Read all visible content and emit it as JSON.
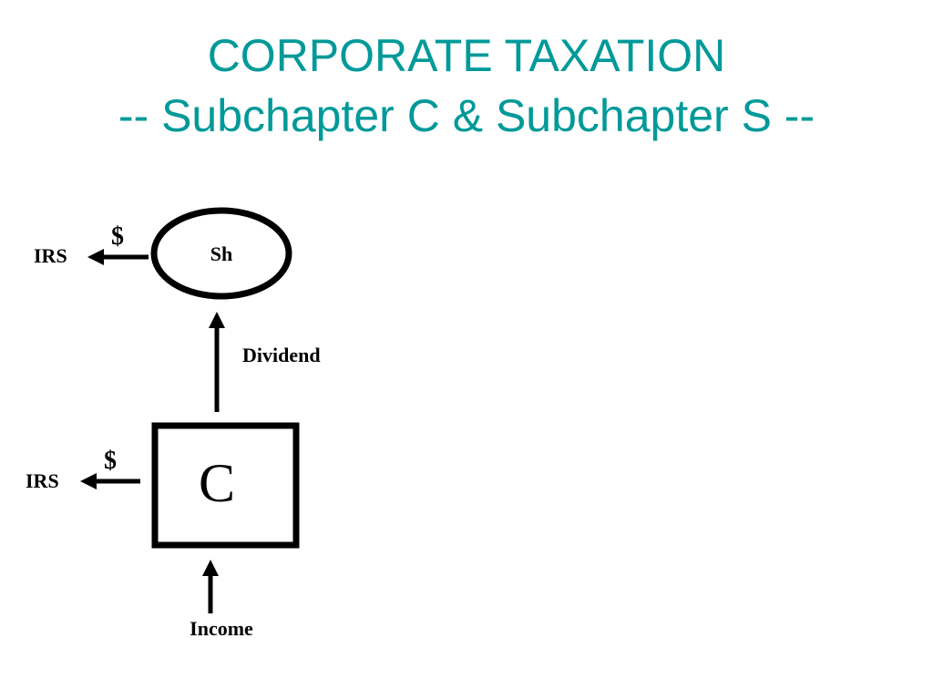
{
  "title": {
    "line1": "CORPORATE TAXATION",
    "line2": "-- Subchapter C & Subchapter S --",
    "color": "#009999"
  },
  "diagram": {
    "shareholder": {
      "label": "Sh"
    },
    "corporation": {
      "label": "C"
    },
    "dividend_label": "Dividend",
    "income_label": "Income",
    "top_tax": {
      "symbol": "$",
      "target": "IRS"
    },
    "bottom_tax": {
      "symbol": "$",
      "target": "IRS"
    },
    "stroke_color": "#000000"
  }
}
